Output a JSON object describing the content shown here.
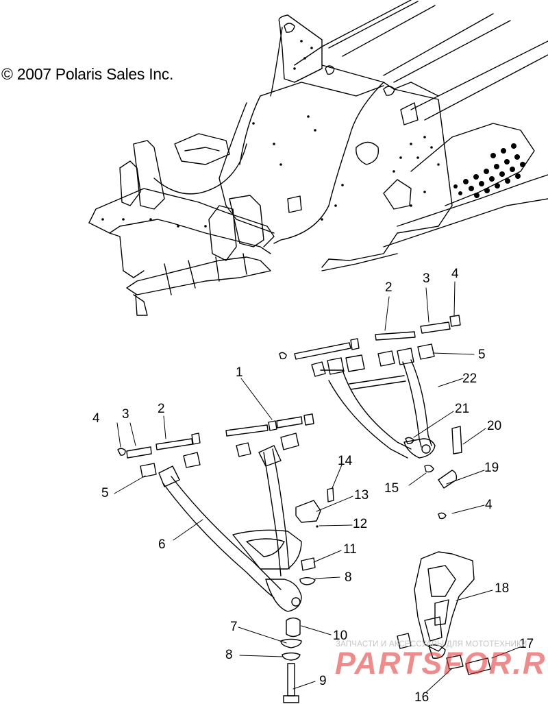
{
  "copyright": "© 2007 Polaris Sales Inc.",
  "callouts": [
    "2",
    "3",
    "4",
    "5",
    "22",
    "1",
    "21",
    "20",
    "4",
    "3",
    "2",
    "14",
    "19",
    "15",
    "13",
    "5",
    "4",
    "12",
    "6",
    "11",
    "8",
    "18",
    "7",
    "10",
    "17",
    "8",
    "9",
    "16"
  ],
  "watermark": {
    "caption": "ЗАПЧАСТИ И АКСЕССУАРЫ ДЛЯ МОТОТЕХНИКИ",
    "brand": "PARTSFOR.RU"
  },
  "colors": {
    "line": "#000000",
    "background": "#ffffff",
    "watermark": "#de2d2d"
  }
}
